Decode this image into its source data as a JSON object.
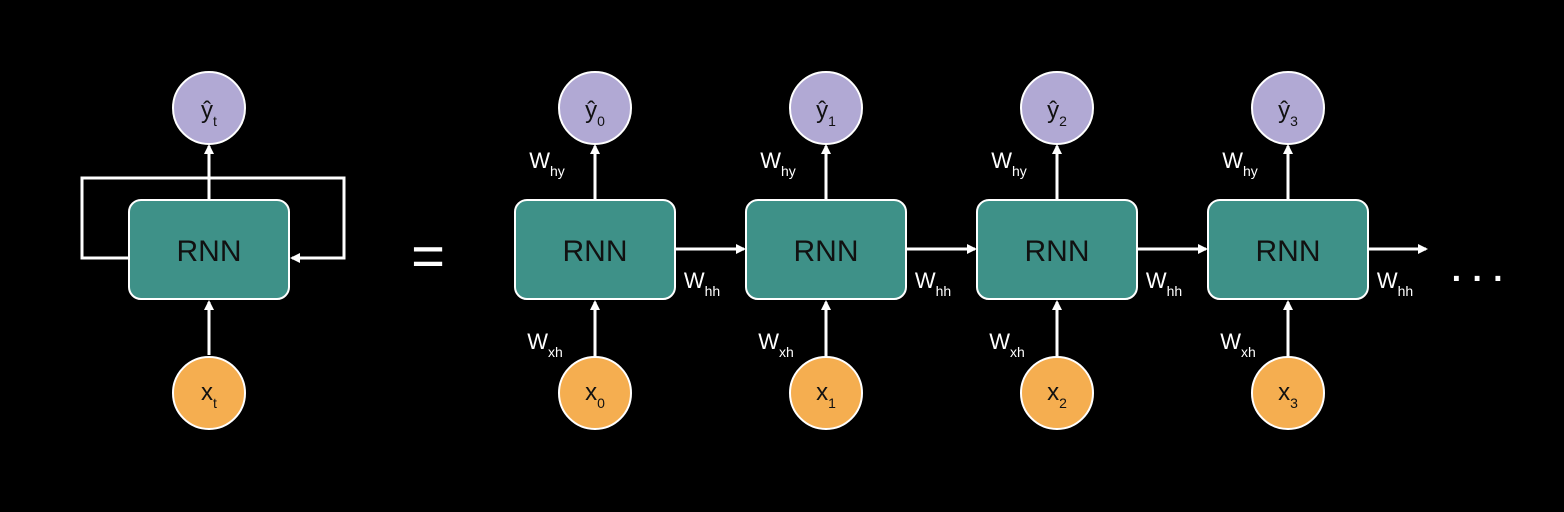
{
  "diagram": {
    "equals": "=",
    "ellipsis": "· · ·",
    "rolled": {
      "cell_label": "RNN",
      "output": {
        "base": "ŷ",
        "sub": "t"
      },
      "input": {
        "base": "x",
        "sub": "t"
      }
    },
    "unrolled": [
      {
        "cell_label": "RNN",
        "output": {
          "base": "ŷ",
          "sub": "0"
        },
        "input": {
          "base": "x",
          "sub": "0"
        },
        "w_hy": {
          "base": "W",
          "sub": "hy"
        },
        "w_xh": {
          "base": "W",
          "sub": "xh"
        },
        "w_hh": {
          "base": "W",
          "sub": "hh"
        }
      },
      {
        "cell_label": "RNN",
        "output": {
          "base": "ŷ",
          "sub": "1"
        },
        "input": {
          "base": "x",
          "sub": "1"
        },
        "w_hy": {
          "base": "W",
          "sub": "hy"
        },
        "w_xh": {
          "base": "W",
          "sub": "xh"
        },
        "w_hh": {
          "base": "W",
          "sub": "hh"
        }
      },
      {
        "cell_label": "RNN",
        "output": {
          "base": "ŷ",
          "sub": "2"
        },
        "input": {
          "base": "x",
          "sub": "2"
        },
        "w_hy": {
          "base": "W",
          "sub": "hy"
        },
        "w_xh": {
          "base": "W",
          "sub": "xh"
        },
        "w_hh": {
          "base": "W",
          "sub": "hh"
        }
      },
      {
        "cell_label": "RNN",
        "output": {
          "base": "ŷ",
          "sub": "3"
        },
        "input": {
          "base": "x",
          "sub": "3"
        },
        "w_hy": {
          "base": "W",
          "sub": "hy"
        },
        "w_xh": {
          "base": "W",
          "sub": "xh"
        },
        "w_hh": {
          "base": "W",
          "sub": "hh"
        }
      }
    ],
    "colors": {
      "background": "#000000",
      "cell_fill": "#3e9188",
      "cell_stroke": "#ffffff",
      "output_fill": "#b1a9d4",
      "input_fill": "#f5ae50",
      "arrow": "#ffffff"
    }
  }
}
